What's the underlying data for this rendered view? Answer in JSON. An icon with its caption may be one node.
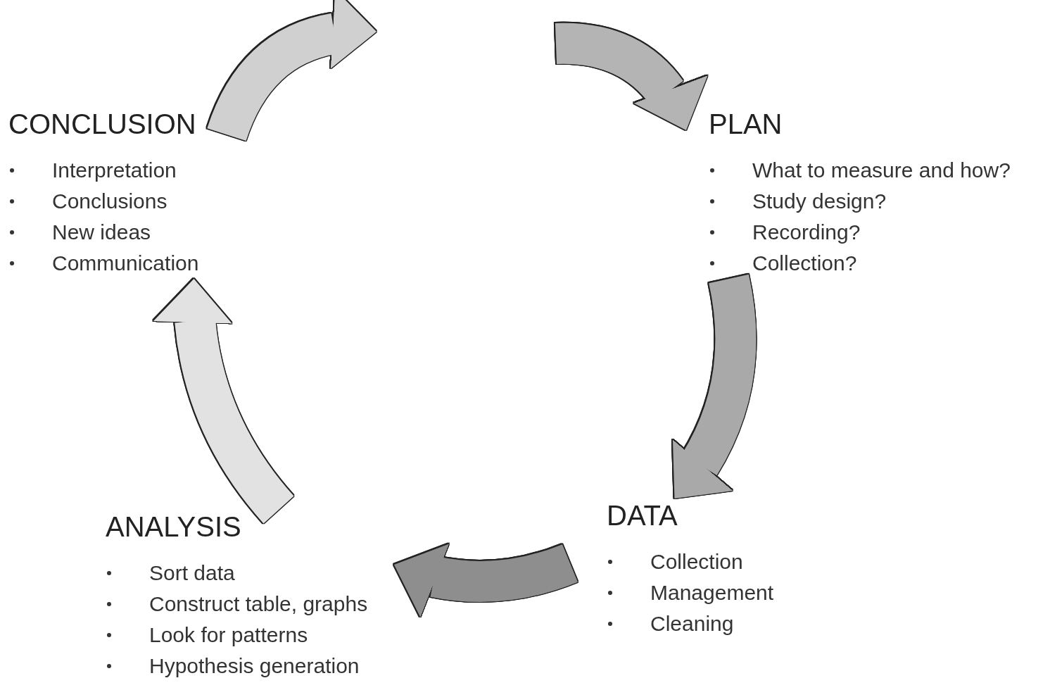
{
  "diagram": {
    "nodes": [
      {
        "text": [
          "CONCLUSION",
          "Interpretation",
          "Conclusions",
          "New ideas",
          "Communication"
        ]
      },
      {
        "text": [
          "PLAN",
          "What to measure and how?",
          "Study design?",
          "Recording?",
          "Collection?"
        ]
      },
      {
        "text": [
          "DATA",
          "Collection",
          "Management",
          "Cleaning"
        ]
      },
      {
        "text": [
          "ANALYSIS",
          "Sort data",
          "Construct table, graphs",
          "Look for patterns",
          "Hypothesis generation"
        ]
      }
    ],
    "edges": [
      {
        "from": 0,
        "to": null,
        "arrow": "to",
        "color": "#d0d0d0"
      },
      {
        "from": null,
        "to": 1,
        "arrow": "to",
        "color": "#b4b4b4"
      },
      {
        "from": 1,
        "to": 2,
        "arrow": "to",
        "color": "#a9a9a9"
      },
      {
        "from": 2,
        "to": 3,
        "arrow": "to",
        "color": "#8e8e8e"
      },
      {
        "from": 3,
        "to": 0,
        "arrow": "to",
        "color": "#e2e2e2"
      }
    ]
  }
}
